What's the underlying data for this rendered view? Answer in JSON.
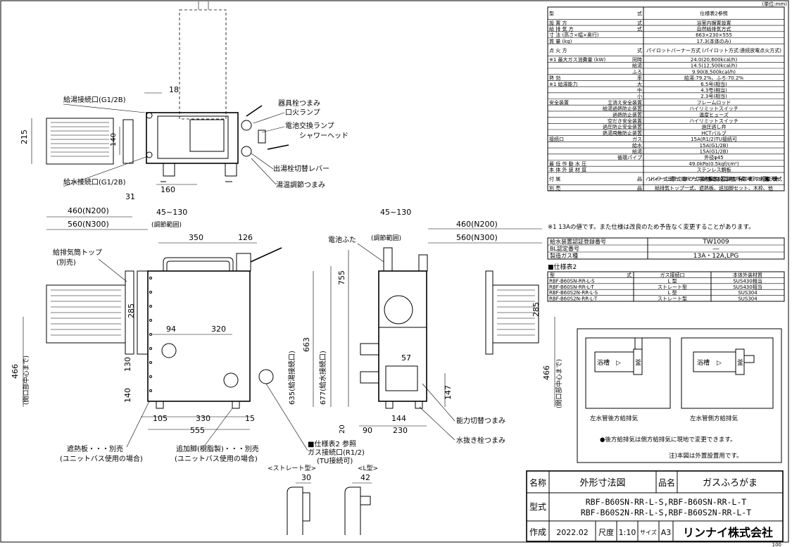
{
  "corner_unit": "(単位:mm)",
  "spec": {
    "rows": [
      [
        "型",
        "式",
        "仕様表2参照"
      ],
      [
        "設 置 方",
        "式",
        "浴室内据置設置"
      ],
      [
        "給 排 気 方",
        "式",
        "自然給排気方式"
      ],
      [
        "寸 法 (高さ×幅×奥行)",
        "",
        "663×230×555"
      ],
      [
        "質 量 (kg)",
        "",
        "17.3(本体のみ)"
      ],
      [
        "点 火 方",
        "式",
        "パイロットバーナー方式 (パイロット方式:連続放電点火方式)"
      ],
      [
        "※1 最大ガス消費量 (kW)",
        "同時",
        "24.0(20,600kcal/h)"
      ],
      [
        "",
        "給湯",
        "14.5(12,500kcal/h)"
      ],
      [
        "",
        "ふろ",
        "9.90(8,500kcal/h)"
      ],
      [
        "熱 効",
        "率",
        "給湯:79.2%、ふろ:70.2%"
      ],
      [
        "※1 給湯能力",
        "大",
        "6.5号(相当)"
      ],
      [
        "",
        "中",
        "4.3号(相当)"
      ],
      [
        "",
        "小",
        "2.3号(相当)"
      ],
      [
        "安全装置",
        "立消え安全装置",
        "フレームロッド"
      ],
      [
        "",
        "給湯過熱防止装置",
        "ハイリミットスイッチ"
      ],
      [
        "",
        "過熱防止装置",
        "温度ヒューズ"
      ],
      [
        "",
        "空だき安全装置",
        "ハイリミットスイッチ"
      ],
      [
        "",
        "過圧防止安全装置",
        "過圧逃し弁"
      ],
      [
        "",
        "熱湯飛散防止装置",
        "HCTバルブ"
      ],
      [
        "接続口",
        "ガス",
        "15A(R1/2)TU接続可"
      ],
      [
        "",
        "給水",
        "15A(G1/2B)"
      ],
      [
        "",
        "給湯",
        "15A(G1/2B)"
      ],
      [
        "",
        "循環パイプ",
        "外径φ45"
      ],
      [
        "最 低 作 動 水 圧",
        "",
        "49.0kPa(0.5kgf/cm²)"
      ],
      [
        "本 体 外 装 材 質",
        "",
        "ステンレス鋼板"
      ],
      [
        "付 属",
        "品",
        "ハンドシャワー一式、出湯管一式、循環パイプ一式、取扱説明書(保証書付)、設置工事説明書、所有者票、単1形アルカリ乾電池(1.5V)2個、天板(外)一式"
      ],
      [
        "別 売",
        "品",
        "給排気トップ一式、遮熱板、追加脚セット、木枠、他"
      ]
    ],
    "note": "※1 13Aの値です。また仕様は改良のため予告なく変更することがあります。"
  },
  "approval": {
    "rows": [
      [
        "給水装置認証登録番号",
        "TW1009"
      ],
      [
        "BL認定番号",
        "―"
      ],
      [
        "製造ガス種",
        "13A・12A,LPG"
      ]
    ]
  },
  "spec2": {
    "title": "■仕様表2",
    "headers": [
      "型",
      "式",
      "ガス接続口",
      "本体外装材質"
    ],
    "rows": [
      [
        "RBF-B60SN-RR-L-S",
        "L 型",
        "SUS430相当"
      ],
      [
        "RBF-B60SN-RR-L-T",
        "ストレート型",
        "SUS430相当"
      ],
      [
        "RBF-B60S2N-RR-L-S",
        "L 型",
        "SUS304"
      ],
      [
        "RBF-B60S2N-RR-L-T",
        "ストレート型",
        "SUS304"
      ]
    ]
  },
  "install": {
    "label_left": "左水管後方給排気",
    "label_right": "左水管側方給排気",
    "bath": "浴槽",
    "kama": "釜",
    "note1": "●後方給排気は側方給排気に現地で変更できます。",
    "note2": "注)本図は外置設置用です。"
  },
  "title_block": {
    "name_label": "名称",
    "name_value": "外形寸法図",
    "hinmei_label": "品名",
    "hinmei_value": "ガスふろがま",
    "model_label": "型式",
    "model_line1": "RBF-B60SN-RR-L-S,RBF-B60SN-RR-L-T",
    "model_line2": "RBF-B60S2N-RR-L-S,RBF-B60S2N-RR-L-T",
    "made_label": "作成",
    "made_value": "2022.02",
    "scale_label": "尺度",
    "scale_value": "1:10",
    "size_label": "サイズ",
    "size_value": "A3",
    "company": "リンナイ株式会社",
    "page": "100"
  },
  "drawing": {
    "top_labels": [
      "給湯接続口(G1/2B)",
      "器具栓つまみ",
      "口火ランプ",
      "電池交換ランプ",
      "シャワーヘッド",
      "給水接続口(G1/2B)",
      "出湯栓切替レバー",
      "湯温調節つまみ"
    ],
    "top_dims": [
      "18",
      "215",
      "140",
      "160",
      "31"
    ],
    "front_labels": [
      "給排気筒トップ",
      "(別売)",
      "遮熱板・・・別売",
      "(ユニットバス使用の場合)",
      "追加脚(樹脂製)・・・別売",
      "(ユニットバス使用の場合)",
      "■仕様表2 参照",
      "ガス接続口(R1/2)",
      "(TU接続可)"
    ],
    "front_dims": [
      "460(N200)",
      "560(N300)",
      "45~130",
      "(調節範囲)",
      "350",
      "126",
      "285",
      "94",
      "320",
      "466",
      "(開口部中心まで)",
      "130",
      "140",
      "105",
      "330",
      "15",
      "555",
      "663",
      "755",
      "635(給湯接続口)",
      "677(給水接続口)",
      "20"
    ],
    "side_labels": [
      "電池ふた",
      "能力切替つまみ",
      "水抜き栓つまみ"
    ],
    "side_dims": [
      "45~130",
      "(調節範囲)",
      "460(N200)",
      "560(N300)",
      "285",
      "466",
      "(開口部中心まで)",
      "57",
      "147",
      "144",
      "90",
      "230"
    ],
    "gas_variants": [
      "<ストレート型>",
      "<L型>",
      "30",
      "42"
    ]
  }
}
